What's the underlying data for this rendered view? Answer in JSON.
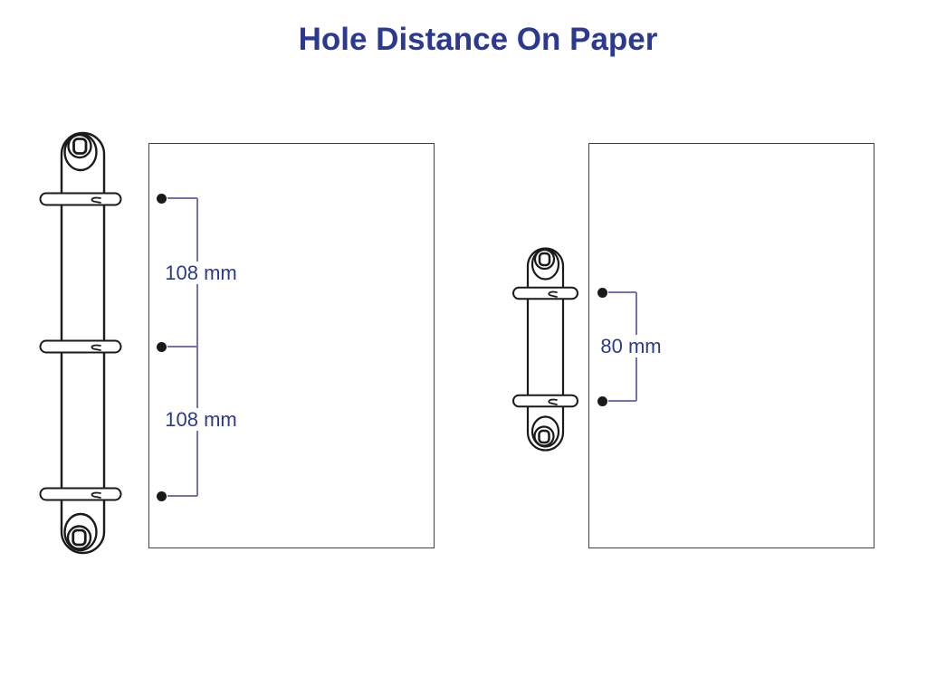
{
  "title": "Hole Distance On Paper",
  "colors": {
    "title_text": "#2b3990",
    "dimension_label_text": "#2b3990",
    "dimension_line": "#7473aa",
    "line_art": "#1a1a1a",
    "paper_border": "#414141",
    "background": "#ffffff"
  },
  "left_diagram": {
    "name": "three-ring-binder-with-paper",
    "hole_count": 3,
    "dimension_labels": [
      "108 mm",
      "108 mm"
    ]
  },
  "right_diagram": {
    "name": "two-ring-binder-with-paper",
    "hole_count": 2,
    "dimension_labels": [
      "80 mm"
    ]
  }
}
